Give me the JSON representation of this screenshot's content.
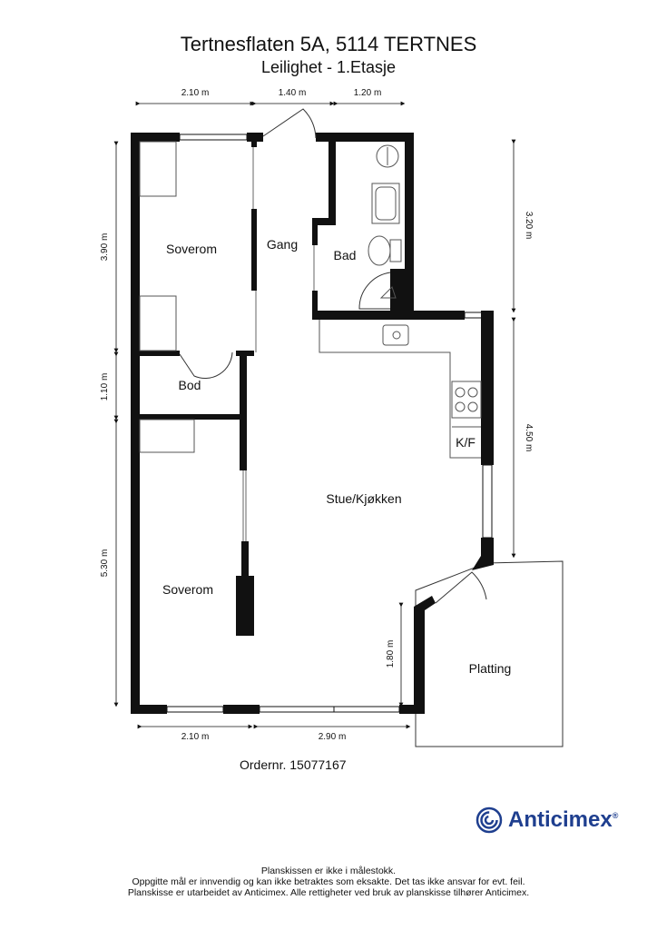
{
  "header": {
    "address": "Tertnesflaten 5A, 5114 TERTNES",
    "unit": "Leilighet - 1.Etasje"
  },
  "rooms": {
    "soverom_1": "Soverom",
    "gang": "Gang",
    "bad": "Bad",
    "bod": "Bod",
    "stue_kjokken": "Stue/Kjøkken",
    "kf": "K/F",
    "soverom_2": "Soverom",
    "platting": "Platting"
  },
  "dimensions": {
    "top_left": "2.10 m",
    "top_mid": "1.40 m",
    "top_right": "1.20 m",
    "left_upper": "3.90 m",
    "left_mid": "1.10 m",
    "left_lower": "5.30 m",
    "right_upper": "3.20 m",
    "right_lower": "4.50 m",
    "inner_platting": "1.80 m",
    "bottom_left": "2.10 m",
    "bottom_right": "2.90 m"
  },
  "order_number": "Ordernr. 15077167",
  "brand": {
    "name": "Anticimex",
    "mark": "®",
    "color": "#1f3f8f"
  },
  "disclaimer": {
    "line1": "Planskissen er ikke i målestokk.",
    "line2": "Oppgitte mål er innvendig og kan ikke betraktes som eksakte. Det tas ikke ansvar for evt. feil.",
    "line3": "Planskisse er utarbeidet av Anticimex. Alle rettigheter ved bruk av planskisse tilhører Anticimex."
  }
}
